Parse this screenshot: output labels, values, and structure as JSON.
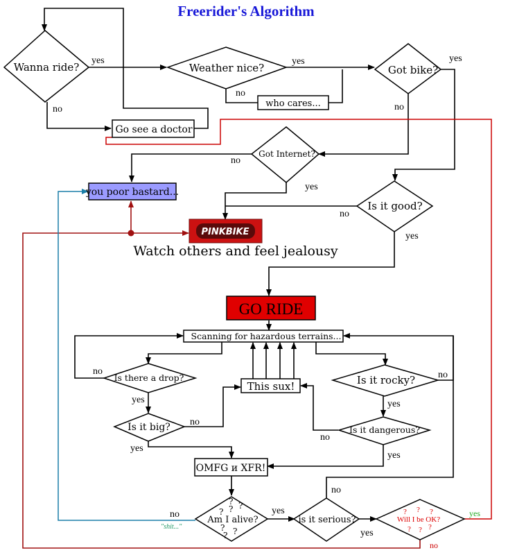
{
  "title": "Freerider's Algorithm",
  "nodes": {
    "wanna_ride": "Wanna ride?",
    "weather_nice": "Weather nice?",
    "who_cares": "who cares...",
    "got_bike": "Got bike?",
    "doctor": "Go see a doctor",
    "got_internet": "Got Internet?",
    "poor_bastard": "you poor bastard...",
    "is_it_good": "Is it good?",
    "pinkbike_logo": "PINKBIKE",
    "watch_others": "Watch others and feel jealousy",
    "go_ride": "GO RIDE",
    "scanning": "Scanning for hazardous terrains...",
    "is_drop": "Is there a drop?",
    "this_sux": "This sux!",
    "is_rocky": "Is it rocky?",
    "is_big": "Is it big?",
    "is_dangerous": "Is it dangerous?",
    "omfg": "OMFG и XFR!",
    "am_alive": "Am I alive?",
    "is_serious": "is it serious?",
    "will_be_ok": "Will I be OK?",
    "shit": "\"shit...\""
  },
  "edge_labels": {
    "wanna_yes": "yes",
    "wanna_no": "no",
    "weather_yes": "yes",
    "weather_no": "no",
    "bike_yes": "yes",
    "bike_no": "no",
    "internet_no": "no",
    "internet_yes": "yes",
    "good_no": "no",
    "good_yes": "yes",
    "drop_no": "no",
    "drop_yes": "yes",
    "big_no": "no",
    "big_yes": "yes",
    "rocky_no": "no",
    "rocky_yes": "yes",
    "dangerous_no": "no",
    "dangerous_yes": "yes",
    "alive_no": "no",
    "alive_yes": "yes",
    "serious_no": "no",
    "serious_yes": "yes",
    "ok_yes": "yes",
    "ok_no": "no"
  },
  "colors": {
    "title": "#1818d8",
    "poor_bastard_fill": "#9b9bff",
    "go_ride_fill": "#e00000",
    "pinkbike_fill": "#cc1111",
    "red_line": "#cc0000",
    "dark_red_line": "#a01010",
    "blue_line": "#1b7fa8",
    "ok_yes_label": "#22aa22",
    "shit_label": "#229966",
    "will_ok_text": "#dd0000"
  }
}
